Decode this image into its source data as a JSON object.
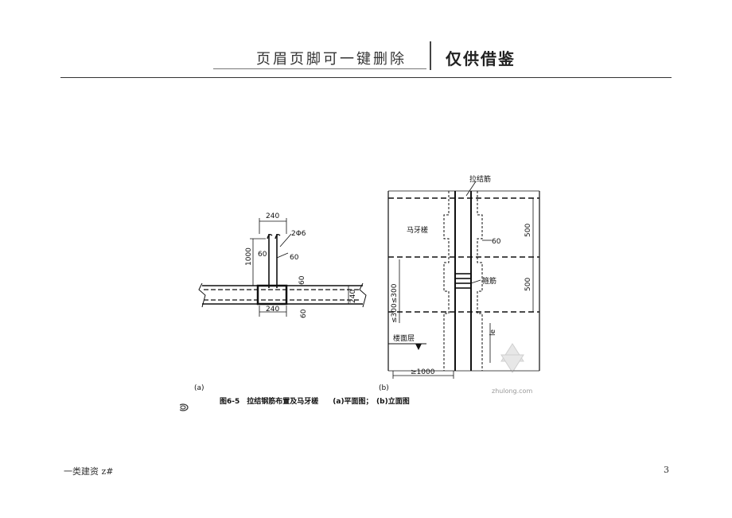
{
  "header": {
    "left_text": "页眉页脚可一键删除",
    "right_text": "仅供借鉴"
  },
  "figure": {
    "caption": "图6-5　拉结钢筋布置及马牙槎　　(a)平面图；　(b)立面图",
    "label_a": "(a)",
    "label_b": "(b)",
    "plan": {
      "dim_top": "240",
      "dim_bottom": "240",
      "dim_right": "240",
      "bar_spec": "2Φ6",
      "len_1000": "1000",
      "d60_a": "60",
      "d60_b": "60",
      "d60_c": "60",
      "d60_d": "60"
    },
    "elevation": {
      "tie_bar": "拉结筋",
      "ma_ya_cha": "马牙槎",
      "d60": "60",
      "stirrup": "箍筋",
      "floor": "楼面层",
      "h500_a": "500",
      "h500_b": "500",
      "range": "≤300≤300",
      "le": "le",
      "len_1000": "≥1000"
    },
    "watermark": "zhulong.com"
  },
  "footer": {
    "left_text": "一类建资 z#",
    "page_number": "3"
  },
  "colors": {
    "ink": "#111111",
    "rule": "#333333"
  }
}
